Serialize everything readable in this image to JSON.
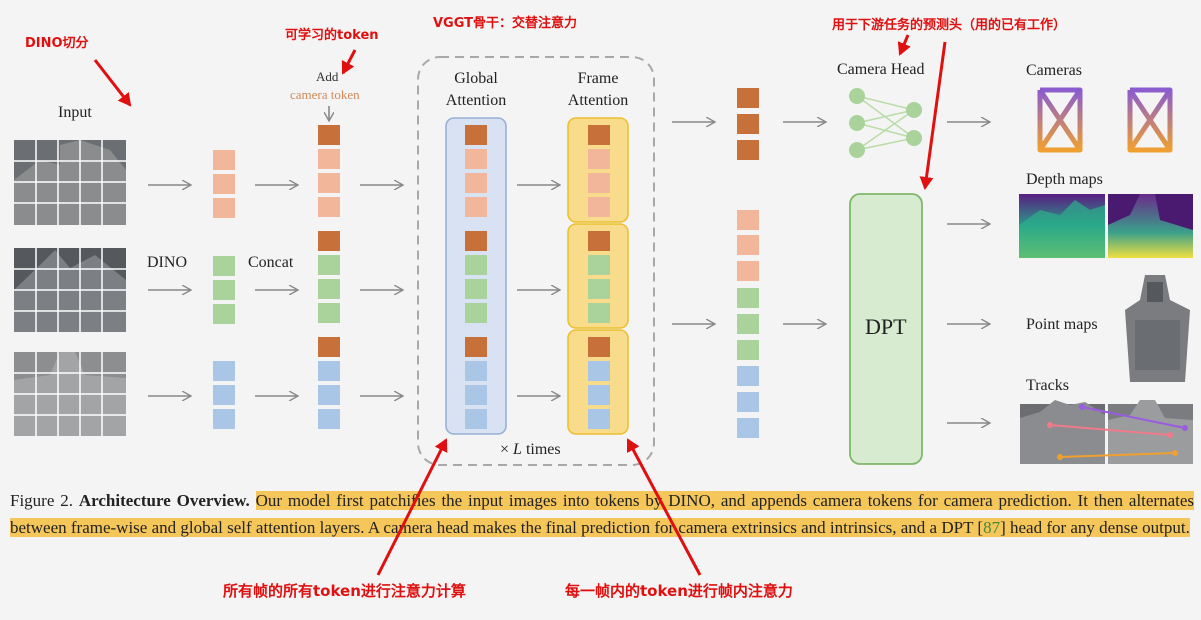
{
  "annotations": {
    "dino_split": "DINO切分",
    "learnable_token": "可学习的token",
    "backbone": "VGGT骨干：交替注意力",
    "heads": "用于下游任务的预测头（用的已有工作）",
    "global_attn": "所有帧的所有token进行注意力计算",
    "frame_attn": "每一帧内的token进行帧内注意力"
  },
  "labels": {
    "input": "Input",
    "dino": "DINO",
    "concat": "Concat",
    "add": "Add",
    "camera_token": "camera token",
    "global_attention_1": "Global",
    "global_attention_2": "Attention",
    "frame_attention_1": "Frame",
    "frame_attention_2": "Attention",
    "times_prefix": "×",
    "times_var": "L",
    "times_suffix": "times",
    "camera_head": "Camera Head",
    "dpt": "DPT",
    "cameras": "Cameras",
    "depth_maps": "Depth maps",
    "point_maps": "Point maps",
    "tracks": "Tracks"
  },
  "caption": {
    "figure": "Figure 2.",
    "title": "Architecture Overview.",
    "body1": "Our model first patchifies the input images into tokens by DINO, and appends camera tokens for camera prediction. It then alternates between frame-wise and global self attention layers. A camera head makes the final prediction for camera extrinsics and intrinsics, and a DPT [",
    "cite": "87",
    "body2": "] head for any dense output."
  },
  "colors": {
    "camera_token": "#c8703a",
    "frame1_token": "#f2b79a",
    "frame2_token": "#a9d39b",
    "frame3_token": "#a9c6e6",
    "global_box": "#d9e2f2",
    "frame_box": "#f8dc8c",
    "dpt_box": "#d6ebcf",
    "annotation": "#e01010",
    "highlight": "#f5c65a"
  }
}
